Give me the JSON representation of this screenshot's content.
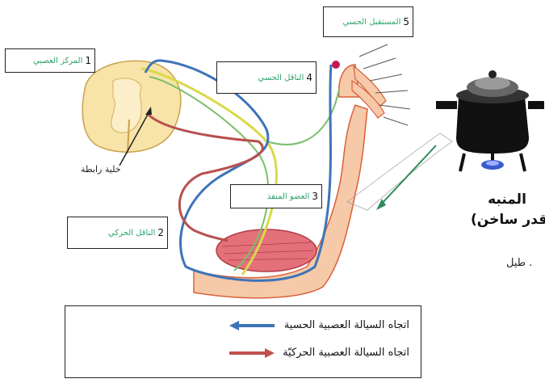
{
  "labels": {
    "l1": {
      "num": "1",
      "text": "المركز العصبي"
    },
    "l2": {
      "num": "2",
      "text": "الناقل الحركي"
    },
    "l3": {
      "num": "3",
      "text": "العضو المنفذ"
    },
    "l4": {
      "num": "4",
      "text": "الناقل الحسي"
    },
    "l5": {
      "num": "5",
      "text": "المستقبل الحسي"
    }
  },
  "connector_label": "خلية رابطة",
  "stimulus": {
    "title": "المنبه",
    "subtitle": "(قدر ساخن)",
    "fragment": "طيل ."
  },
  "legend": {
    "sensory": "اتجاه السيالة العصبية الحسية",
    "motor": "اتجاه السيالة العصبية الحركيّة",
    "sensory_color": "#3d74b8",
    "motor_color": "#c0504d"
  }
}
